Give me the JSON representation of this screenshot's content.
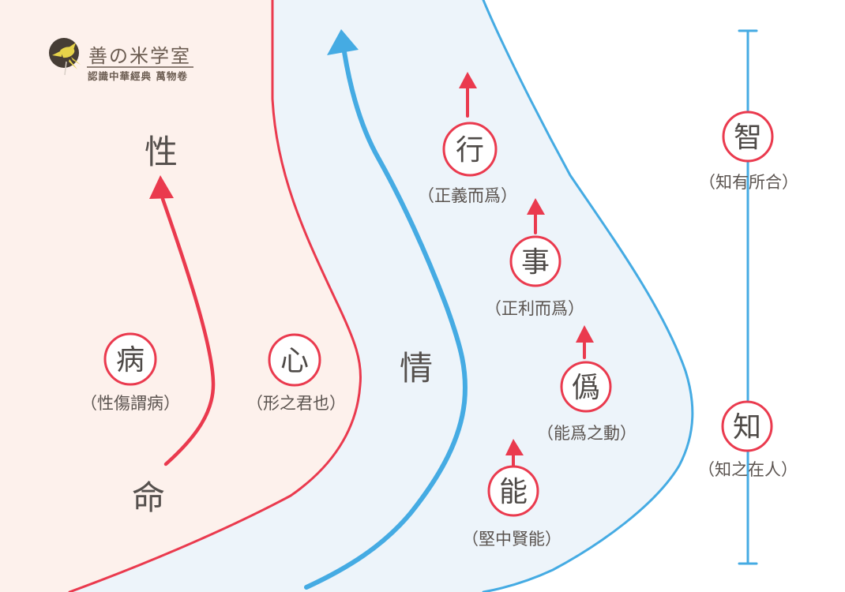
{
  "logo": {
    "title": "善の米学室",
    "subtitle": "認識中華經典 萬物卷",
    "icon": "bird-icon"
  },
  "labels": {
    "nature": "性",
    "life": "命",
    "emotion": "情"
  },
  "nodes": {
    "bing": {
      "char": "病",
      "caption": "（性傷謂病）"
    },
    "xin": {
      "char": "心",
      "caption": "（形之君也）"
    },
    "xing": {
      "char": "行",
      "caption": "（正義而爲）"
    },
    "shi": {
      "char": "事",
      "caption": "（正利而爲）"
    },
    "wei": {
      "char": "僞",
      "caption": "（能爲之動）"
    },
    "neng": {
      "char": "能",
      "caption": "（堅中賢能）"
    },
    "zhi_wisdom": {
      "char": "智",
      "caption": "（知有所合）"
    },
    "zhi_know": {
      "char": "知",
      "caption": "（知之在人）"
    }
  },
  "colors": {
    "red": "#ea3a4e",
    "blue": "#45abe3",
    "pink_fill": "#fdf1ec",
    "blue_fill": "#edf4fa",
    "text_dark": "#55504d",
    "logo_brown": "#6b5c51",
    "logo_circle_bg": "#463d35",
    "bird_yellow": "#e6d34a"
  }
}
